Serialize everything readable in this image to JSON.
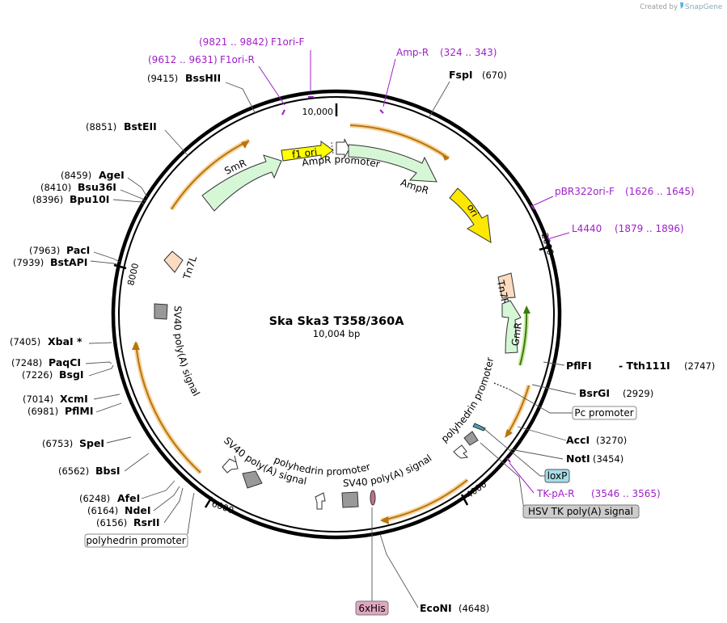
{
  "header": {
    "created_by": "Created by",
    "app": "SnapGene"
  },
  "plasmid": {
    "name": "Ska Ska3 T358/360A",
    "length": "10,004 bp"
  },
  "ticks": [
    "10,000",
    "2000",
    "4000",
    "6000",
    "8000"
  ],
  "primers": [
    {
      "id": "f1ori-f",
      "name": "F1ori-F",
      "range": "(9821 .. 9842)"
    },
    {
      "id": "f1ori-r",
      "name": "F1ori-R",
      "range": "(9612 .. 9631)"
    },
    {
      "id": "ampr-primer",
      "name": "Amp-R",
      "range": "(324 .. 343)"
    },
    {
      "id": "pbr322ori-f",
      "name": "pBR322ori-F",
      "range": "(1626 .. 1645)"
    },
    {
      "id": "l4440",
      "name": "L4440",
      "range": "(1879 .. 1896)"
    },
    {
      "id": "tk-pa-r",
      "name": "TK-pA-R",
      "range": "(3546 .. 3565)"
    }
  ],
  "sites": [
    {
      "id": "fspi",
      "name": "FspI",
      "pos": "(670)"
    },
    {
      "id": "bsshii",
      "name": "BssHII",
      "pos": "(9415)"
    },
    {
      "id": "bsteii",
      "name": "BstEII",
      "pos": "(8851)"
    },
    {
      "id": "agei",
      "name": "AgeI",
      "pos": "(8459)"
    },
    {
      "id": "bsu36i",
      "name": "Bsu36I",
      "pos": "(8410)"
    },
    {
      "id": "bpu10i",
      "name": "Bpu10I",
      "pos": "(8396)"
    },
    {
      "id": "paci",
      "name": "PacI",
      "pos": "(7963)"
    },
    {
      "id": "bstapi",
      "name": "BstAPI",
      "pos": "(7939)"
    },
    {
      "id": "xbai",
      "name": "XbaI *",
      "pos": "(7405)"
    },
    {
      "id": "paqci",
      "name": "PaqCI",
      "pos": "(7248)"
    },
    {
      "id": "bsgi",
      "name": "BsgI",
      "pos": "(7226)"
    },
    {
      "id": "xcmi",
      "name": "XcmI",
      "pos": "(7014)"
    },
    {
      "id": "pflmi",
      "name": "PflMI",
      "pos": "(6981)"
    },
    {
      "id": "spei",
      "name": "SpeI",
      "pos": "(6753)"
    },
    {
      "id": "bbsi",
      "name": "BbsI",
      "pos": "(6562)"
    },
    {
      "id": "afei",
      "name": "AfeI",
      "pos": "(6248)"
    },
    {
      "id": "ndei",
      "name": "NdeI",
      "pos": "(6164)"
    },
    {
      "id": "rsrii",
      "name": "RsrII",
      "pos": "(6156)"
    },
    {
      "id": "pflfi",
      "name": "PflFI",
      "pos": ""
    },
    {
      "id": "tth111i",
      "name": "- Tth111I",
      "pos": "(2747)"
    },
    {
      "id": "bsrgi",
      "name": "BsrGI",
      "pos": "(2929)"
    },
    {
      "id": "acci",
      "name": "AccI",
      "pos": "(3270)"
    },
    {
      "id": "noti",
      "name": "NotI",
      "pos": "(3454)"
    },
    {
      "id": "econi",
      "name": "EcoNI",
      "pos": "(4648)"
    }
  ],
  "boxed_features": {
    "pc_promoter": "Pc promoter",
    "loxp": "loxP",
    "hsv_tk": "HSV TK poly(A) signal",
    "polyhedrin_box": "polyhedrin promoter",
    "his6": "6xHis"
  },
  "features": {
    "f1ori": "f1 ori",
    "ampr_promoter": "AmpR promoter",
    "ampr": "AmpR",
    "ori": "ori",
    "smr": "SmR",
    "tn7l": "Tn7L",
    "tn7r": "Tn7R",
    "gmr": "GmR",
    "sv40_left": "SV40 poly(A) signal",
    "sv40_bottom_left": "SV40 poly(A) signal",
    "polyhedrin_bottom": "polyhedrin promoter",
    "sv40_bottom": "SV40 poly(A) signal",
    "polyhedrin_right": "polyhedrin promoter"
  },
  "colors": {
    "primer": "#a020c8",
    "arrow_fill": "#d6f7d6",
    "f1ori_fill": "#ffff00",
    "ori_fill": "#ffe800",
    "orf_arc": "#d28a14",
    "tn7_fill": "#fcdcc0",
    "sv40_fill": "#999999",
    "loxp_fill": "#a7dde6",
    "hsv_fill": "#cccccc",
    "his_fill": "#e0a7c0"
  }
}
